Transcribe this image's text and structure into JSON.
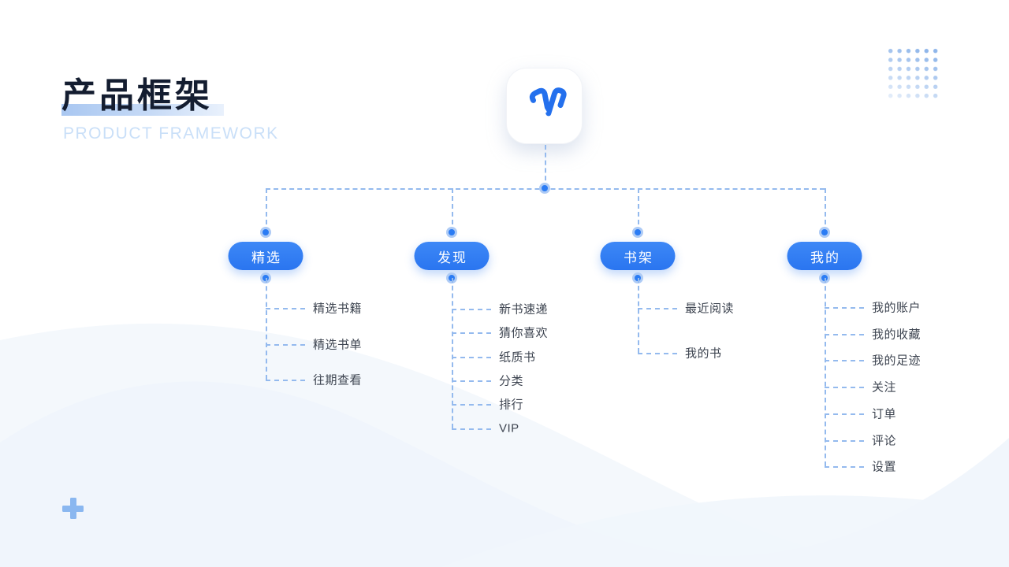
{
  "header": {
    "title_cn": "产品框架",
    "title_en": "PRODUCT FRAMEWORK"
  },
  "logo": {
    "icon": "bird-logo"
  },
  "tree": {
    "branches": [
      {
        "label": "精选",
        "children": [
          "精选书籍",
          "精选书单",
          "往期查看"
        ]
      },
      {
        "label": "发现",
        "children": [
          "新书速递",
          "猜你喜欢",
          "纸质书",
          "分类",
          "排行",
          "VIP"
        ]
      },
      {
        "label": "书架",
        "children": [
          "最近阅读",
          "我的书"
        ]
      },
      {
        "label": "我的",
        "children": [
          "我的账户",
          "我的收藏",
          "我的足迹",
          "关注",
          "订单",
          "评论",
          "设置"
        ]
      }
    ]
  },
  "colors": {
    "accent": "#2b7cf4",
    "dash_line": "#94baee",
    "dot_ring": "#aecbf5",
    "leaf_text": "#3d4450",
    "title_text": "#141d30",
    "subtitle_text": "#c9dff8",
    "wave_fill": "#eef4fb"
  }
}
